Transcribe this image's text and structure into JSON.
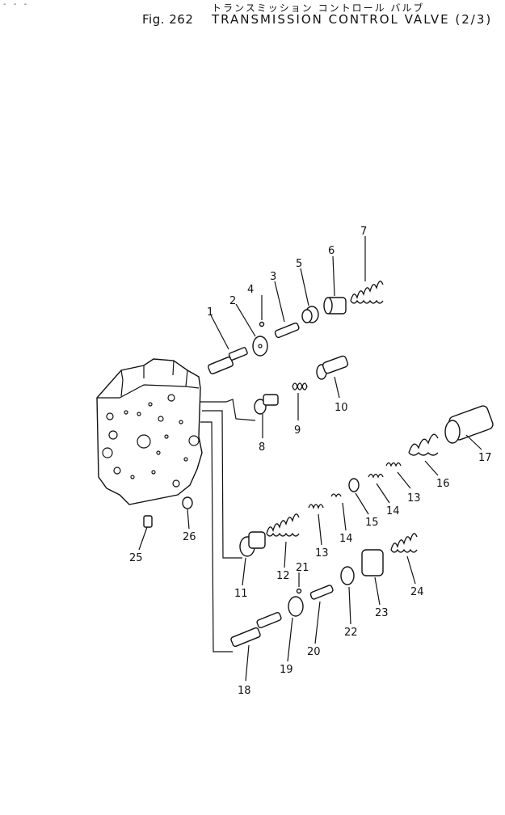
{
  "header": {
    "corner_marks": "- -  -",
    "japanese_title": "トランスミッション コントロール バルブ",
    "figure_no": "Fig. 262",
    "title": "TRANSMISSION CONTROL VALVE (2/3)"
  },
  "callouts": [
    {
      "id": "c1",
      "text": "1"
    },
    {
      "id": "c2",
      "text": "2"
    },
    {
      "id": "c3",
      "text": "3"
    },
    {
      "id": "c4",
      "text": "4"
    },
    {
      "id": "c5",
      "text": "5"
    },
    {
      "id": "c6",
      "text": "6"
    },
    {
      "id": "c7",
      "text": "7"
    },
    {
      "id": "c8",
      "text": "8"
    },
    {
      "id": "c9",
      "text": "9"
    },
    {
      "id": "c10",
      "text": "10"
    },
    {
      "id": "c11",
      "text": "11"
    },
    {
      "id": "c12",
      "text": "12"
    },
    {
      "id": "c13a",
      "text": "13"
    },
    {
      "id": "c13b",
      "text": "13"
    },
    {
      "id": "c14a",
      "text": "14"
    },
    {
      "id": "c14b",
      "text": "14"
    },
    {
      "id": "c15",
      "text": "15"
    },
    {
      "id": "c16",
      "text": "16"
    },
    {
      "id": "c17",
      "text": "17"
    },
    {
      "id": "c18",
      "text": "18"
    },
    {
      "id": "c19",
      "text": "19"
    },
    {
      "id": "c20",
      "text": "20"
    },
    {
      "id": "c21",
      "text": "21"
    },
    {
      "id": "c22",
      "text": "22"
    },
    {
      "id": "c23",
      "text": "23"
    },
    {
      "id": "c24",
      "text": "24"
    },
    {
      "id": "c25",
      "text": "25"
    },
    {
      "id": "c26",
      "text": "26"
    }
  ]
}
